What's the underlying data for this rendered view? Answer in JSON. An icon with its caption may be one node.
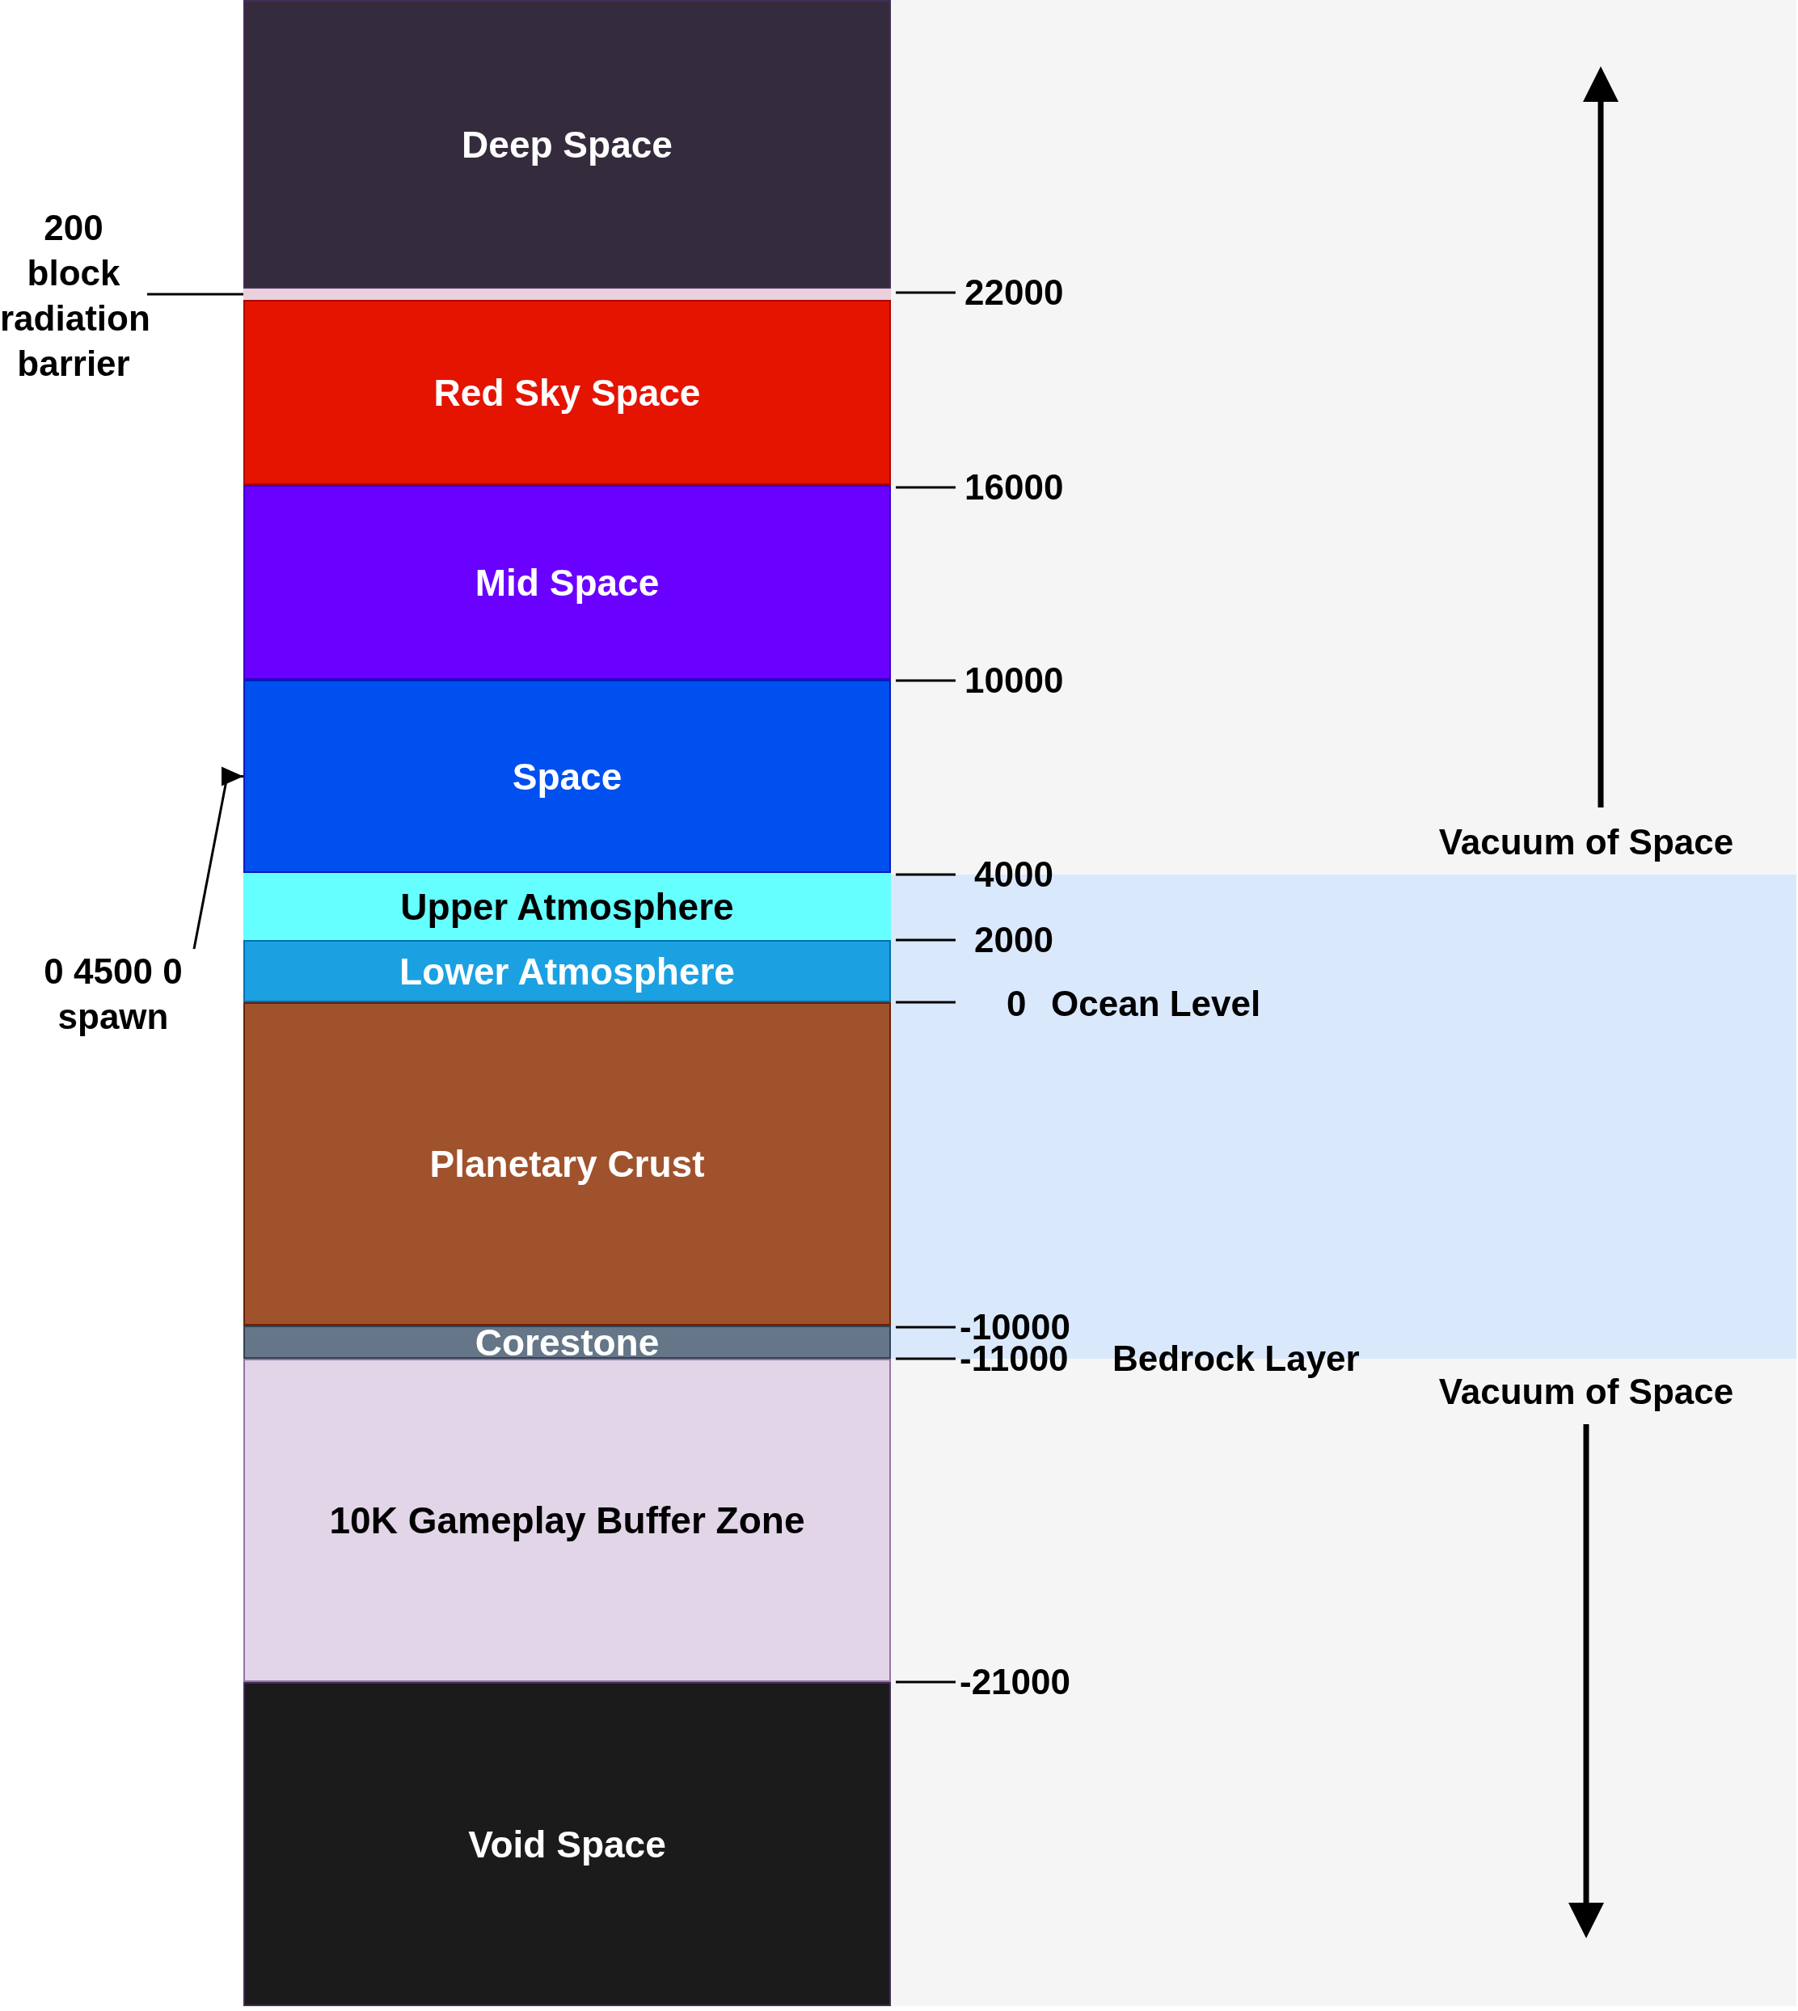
{
  "diagram": {
    "nodes": [
      {
        "text": [
          "Deep Space"
        ]
      },
      {
        "text": [],
        "shape": "bar"
      },
      {
        "text": [
          "Red Sky Space"
        ]
      },
      {
        "text": [
          "Mid Space"
        ]
      },
      {
        "text": [
          "Space"
        ]
      },
      {
        "text": [
          "Upper Atmosphere"
        ]
      },
      {
        "text": [
          "Lower Atmosphere"
        ]
      },
      {
        "text": [
          "Planetary Crust"
        ]
      },
      {
        "text": [
          "Corestone"
        ]
      },
      {
        "text": [
          "10K Gameplay Buffer Zone"
        ]
      },
      {
        "text": [
          "Void Space"
        ]
      },
      {
        "text": [
          "200 block radiation barrier"
        ]
      },
      {
        "text": [
          "0 4500 0 spawn"
        ]
      }
    ],
    "edges": [
      {
        "from": 11,
        "to": 1,
        "arrow": "none"
      },
      {
        "from": 12,
        "to": 4,
        "arrow": "to"
      }
    ],
    "labels": [
      "22000",
      "16000",
      "10000",
      "4000",
      "2000",
      "0",
      "Ocean Level",
      "-10000",
      "-11000",
      "Bedrock Layer",
      "-21000",
      "Vacuum of Space",
      "Vacuum of Space"
    ]
  }
}
